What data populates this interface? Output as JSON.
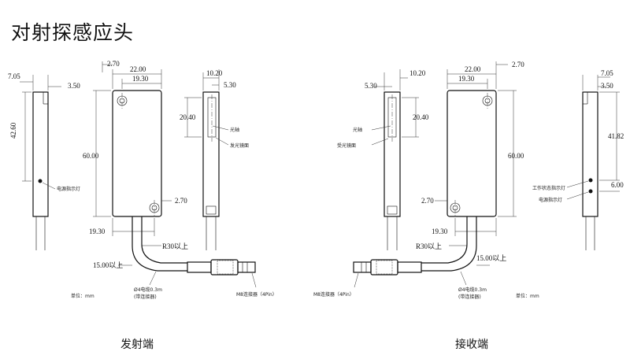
{
  "title": "对射探感应头",
  "emitter": {
    "caption": "发射端",
    "dims": {
      "side_w": "7.05",
      "side_gap": "3.50",
      "side_h": "42.60",
      "front_top_off": "2.70",
      "front_w": "22.00",
      "front_inner": "19.30",
      "front_h": "60.00",
      "front_bot_off": "2.70",
      "front_bot_w": "19.30",
      "bend_r": "R30以上",
      "bend_len": "15.00以上",
      "edge_w1": "10.20",
      "edge_w2": "5.30",
      "edge_h": "20.40"
    },
    "labels": {
      "power_led": "电源指示灯",
      "optical_axis": "光轴",
      "lens": "发光镜面",
      "cable": "Ø4电缆0.3m",
      "cable_note": "(带连接器)",
      "connector": "M8连接器（4Pin）",
      "unit": "单位：mm"
    }
  },
  "receiver": {
    "caption": "接收端",
    "dims": {
      "edge_w1": "10.20",
      "edge_w2": "5.30",
      "edge_h": "20.40",
      "front_w": "22.00",
      "front_top_off": "2.70",
      "front_inner": "19.30",
      "front_h": "60.00",
      "front_bot_off": "2.70",
      "front_bot_w": "19.30",
      "bend_r": "R30以上",
      "bend_len": "15.00以上",
      "side_w": "7.05",
      "side_gap": "3.50",
      "side_h": "41.82",
      "led_gap": "6.00"
    },
    "labels": {
      "optical_axis": "光轴",
      "lens": "受光镜面",
      "connector": "M8连接器（4Pin）",
      "cable": "Ø4电缆0.3m",
      "cable_note": "(带连接器)",
      "work_led": "工作状态指示灯",
      "power_led": "电源指示灯",
      "unit": "单位：mm"
    }
  }
}
